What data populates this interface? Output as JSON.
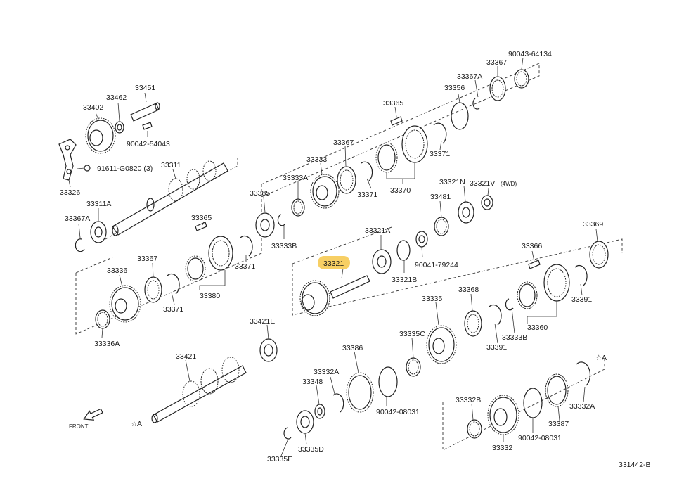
{
  "diagram": {
    "code": "331442-B",
    "front_label": "FRONT",
    "highlight_color": "#f7cf64",
    "highlighted_part": "33321",
    "marker_a": "A",
    "parts": {
      "p33451": "33451",
      "p33462": "33462",
      "p33402": "33402",
      "p90042_54043": "90042-54043",
      "p91611": "91611-G0820 (3)",
      "p33311": "33311",
      "p33326": "33326",
      "p33311A": "33311A",
      "p33367A_left": "33367A",
      "p33365_top": "33365",
      "p33367_top": "33367",
      "p33333": "33333",
      "p33333A": "33333A",
      "p33385": "33385",
      "p33333B_top": "33333B",
      "p33371_top1": "33371",
      "p33370": "33370",
      "p33371_top2": "33371",
      "p33356": "33356",
      "p33367A_top": "33367A",
      "p33367_far": "33367",
      "p90043": "90043-64134",
      "p33365_mid": "33365",
      "p33371_mid": "33371",
      "p33367_mid": "33367",
      "p33336": "33336",
      "p33371_low": "33371",
      "p33380": "33380",
      "p33336A": "33336A",
      "p33321": "33321",
      "p33321A": "33321A",
      "p33321B": "33321B",
      "p33321N": "33321N",
      "p33321V": "33321V",
      "p33321V_note": "(4WD)",
      "p33481": "33481",
      "p90041": "90041-79244",
      "p33335": "33335",
      "p33368": "33368",
      "p33366": "33366",
      "p33369": "33369",
      "p33391_right": "33391",
      "p33360": "33360",
      "p33333B_mid": "33333B",
      "p33391_mid": "33391",
      "p33421E": "33421E",
      "p33421": "33421",
      "p33386": "33386",
      "p33335C": "33335C",
      "p33332A_left": "33332A",
      "p33348": "33348",
      "p90042_08031_left": "90042-08031",
      "p33335D": "33335D",
      "p33335E": "33335E",
      "p33332B": "33332B",
      "p33332": "33332",
      "p90042_08031_right": "90042-08031",
      "p33387": "33387",
      "p33332A_right": "33332A"
    }
  }
}
